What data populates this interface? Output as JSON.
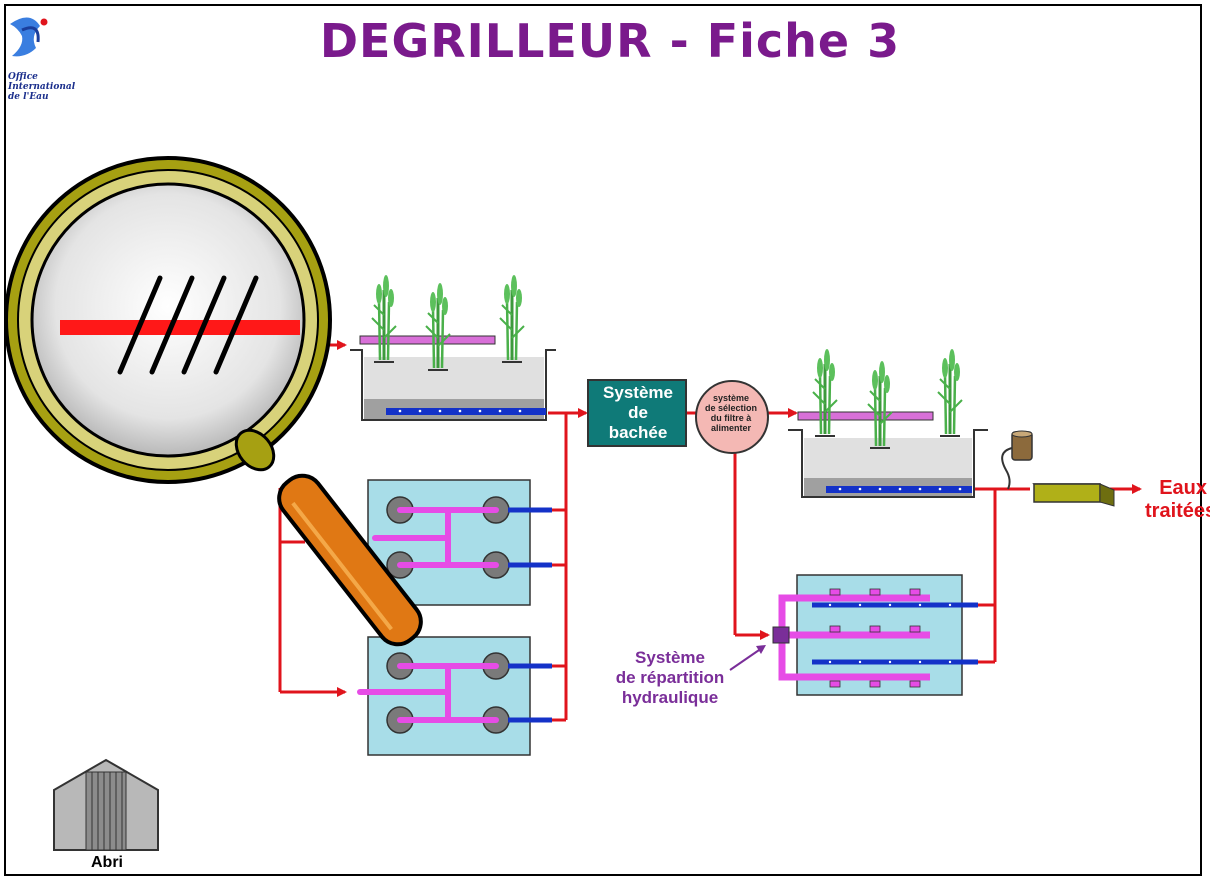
{
  "header": {
    "title": "DEGRILLEUR - Fiche 3",
    "logo": {
      "line1": "Office",
      "line2": "International",
      "line3": "de l'Eau"
    }
  },
  "labels": {
    "bachee": [
      "Système",
      "de",
      "bachée"
    ],
    "selection": [
      "système",
      "de sélection",
      "du filtre à",
      "alimenter"
    ],
    "eaux_traitees": [
      "Eaux",
      "traitées"
    ],
    "repartition": [
      "Système",
      "de répartition",
      "hydraulique"
    ],
    "abri": "Abri"
  },
  "colors": {
    "title": "#7a1a8c",
    "flow_arrow": "#e0141c",
    "box_bachee": "#0f7a78",
    "selection_circle": "#f4b8b4",
    "filter_basin": "#a8dde8",
    "pipe_magenta": "#e64ce6",
    "drain_blue": "#1432c8",
    "magnifier_rim": "#a6a012",
    "magnifier_handle": "#e07814",
    "reeds": "#4ab04a",
    "repartition_arrow": "#7a2e99"
  },
  "icons": [
    "magnifier-icon",
    "reed-plant-icon",
    "gauge-icon",
    "shelter-icon",
    "logo-icon"
  ]
}
